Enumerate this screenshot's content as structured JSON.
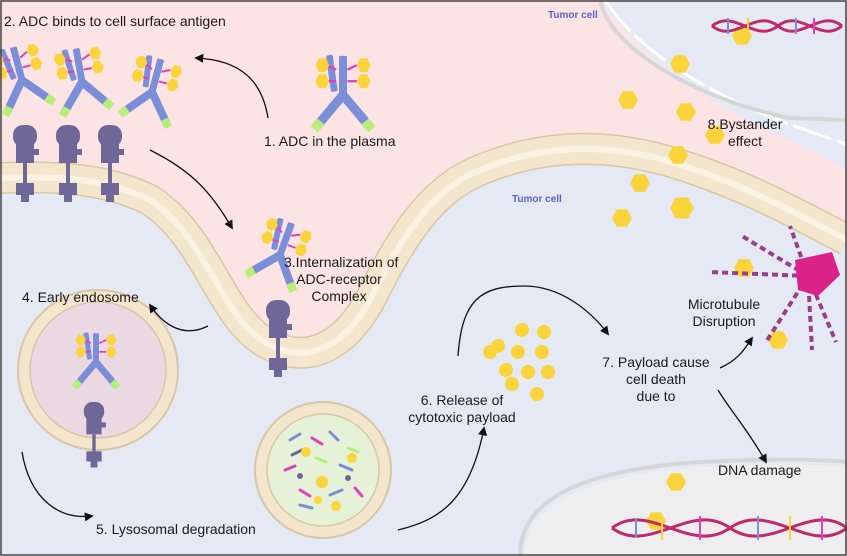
{
  "labels": {
    "step1": "1. ADC in the plasma",
    "step2": "2. ADC binds to cell surface antigen",
    "step3_line1": "3.Internalization of",
    "step3_line2": "ADC-receptor",
    "step3_line3": "Complex",
    "step4": "4. Early endosome",
    "step5": "5. Lysosomal degradation",
    "step6_line1": "6. Release of",
    "step6_line2": "cytotoxic payload",
    "step7_line1": "7. Payload cause",
    "step7_line2": "cell death",
    "step7_line3": "due to",
    "step8_line1": "8.Bystander",
    "step8_line2": "effect",
    "microtubule_line1": "Microtubule",
    "microtubule_line2": "Disruption",
    "dna_damage": "DNA damage",
    "tumor_cell_top": "Tumor cell",
    "tumor_cell_mid": "Tumor cell"
  },
  "colors": {
    "plasma": "#fde4e4",
    "cytoplasm": "#e4e9f4",
    "membrane_outer": "#f3e6cc",
    "membrane_inner": "#faf3e3",
    "membrane_edge": "#d8c7a6",
    "antibody": "#7b8fd9",
    "antibody_tip": "#b6ee78",
    "payload": "#fbd33a",
    "linker": "#e040c0",
    "receptor": "#6f6797",
    "endosome": "#ead8e2",
    "lysosome": "#e5f2d8",
    "microtubule": "#9a3d8a",
    "microtubule_core": "#d9238a",
    "dna_strand": "#c02a6a",
    "tumor_label": "#5a63c9"
  },
  "icons": [
    "antibody-drug-conjugate-icon",
    "receptor-icon",
    "payload-icon",
    "dna-helix-icon",
    "microtubule-icon"
  ]
}
